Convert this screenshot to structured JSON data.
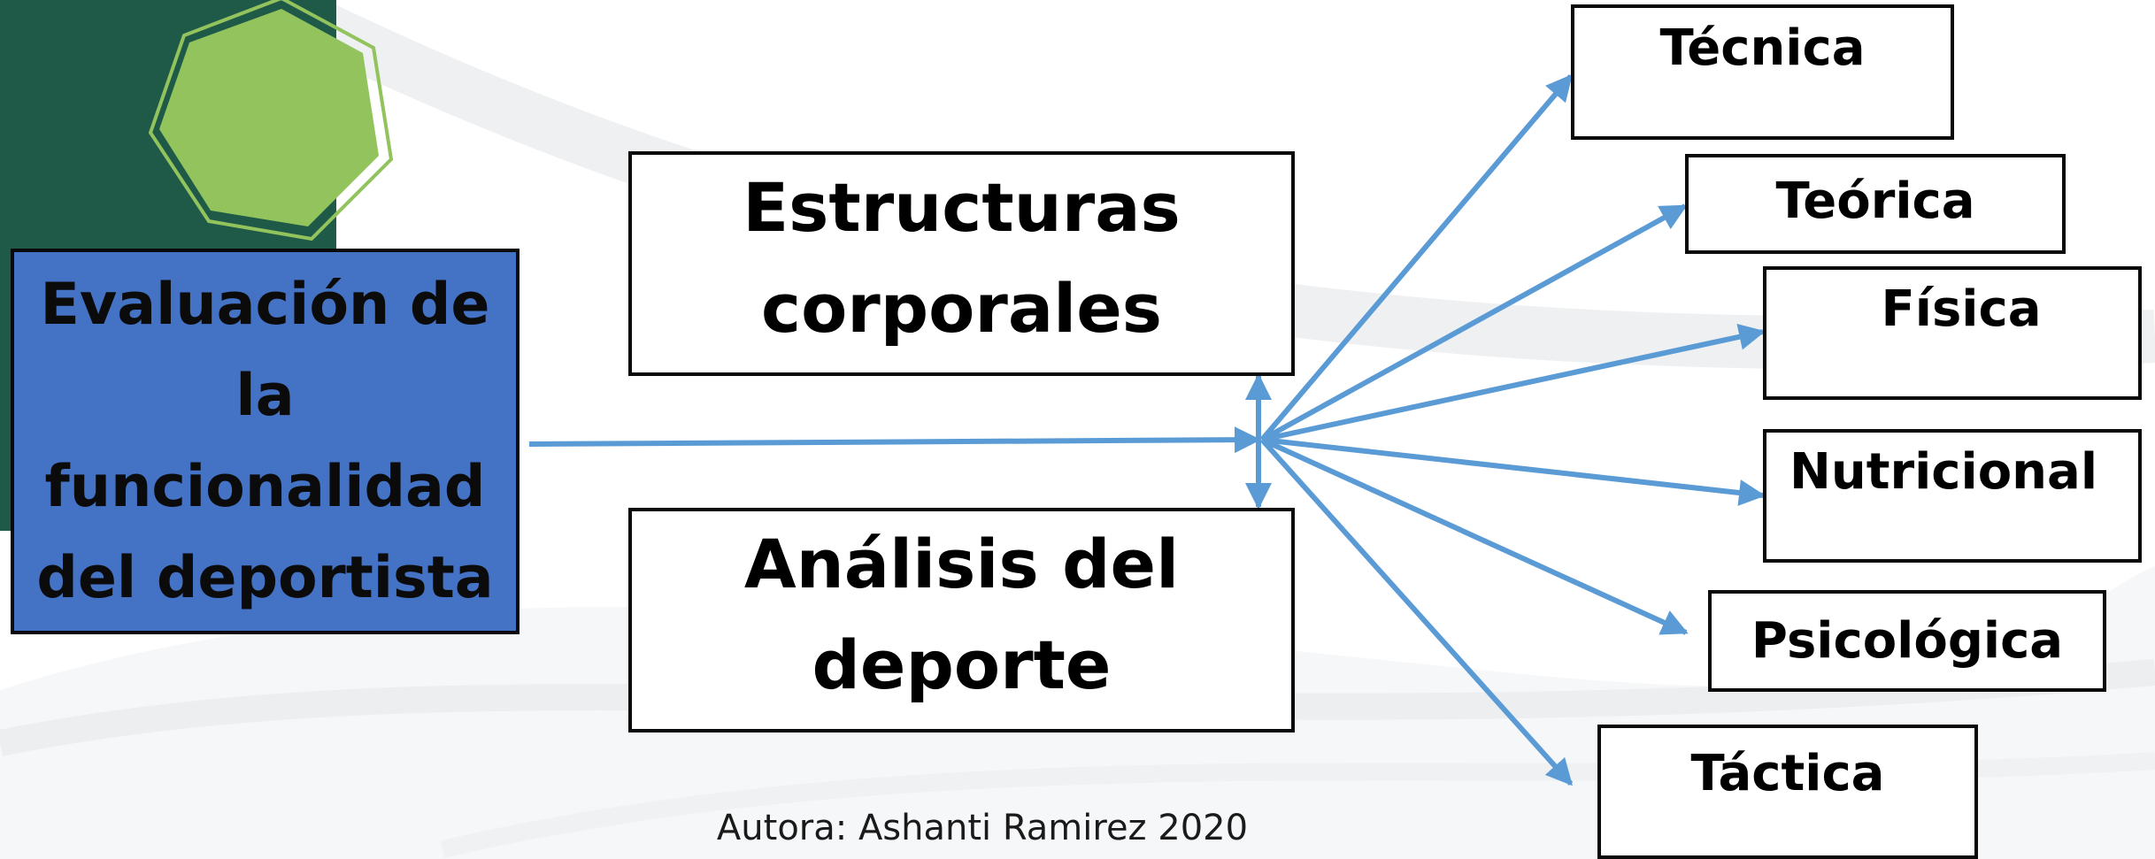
{
  "main_concept": "Evaluación de la funcionalidad del deportista",
  "structures_box": "Estructuras corporales",
  "sport_analysis_box": "Análisis del deporte",
  "categories": [
    "Técnica",
    "Teórica",
    "Física",
    "Nutricional",
    "Psicológica",
    "Táctica"
  ],
  "author": "Autora: Ashanti Ramirez 2020",
  "colors": {
    "main_box": "#4472c4",
    "arrows": "#5b9bd5",
    "hexagon_light": "#92c35d",
    "hexagon_dark": "#1e5a47"
  }
}
